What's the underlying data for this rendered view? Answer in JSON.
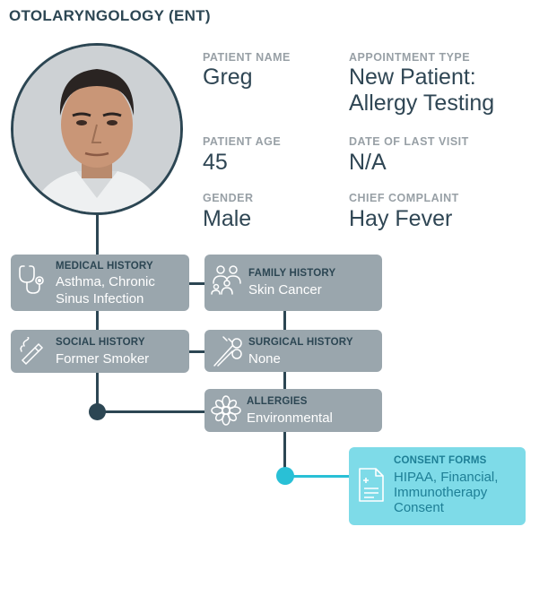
{
  "section_title": "OTOLARYNGOLOGY (ENT)",
  "patient": {
    "name_label": "PATIENT NAME",
    "name": "Greg",
    "age_label": "PATIENT AGE",
    "age": "45",
    "gender_label": "GENDER",
    "gender": "Male",
    "appointment_label": "APPOINTMENT TYPE",
    "appointment_line1": "New Patient:",
    "appointment_line2": "Allergy Testing",
    "last_visit_label": "DATE OF LAST VISIT",
    "last_visit": "N/A",
    "complaint_label": "CHIEF COMPLAINT",
    "complaint": "Hay Fever"
  },
  "cards": {
    "medical": {
      "title": "MEDICAL HISTORY",
      "line1": "Asthma, Chronic",
      "line2": "Sinus Infection",
      "icon": "stethoscope-icon"
    },
    "family": {
      "title": "FAMILY HISTORY",
      "line1": "Skin Cancer",
      "icon": "family-icon"
    },
    "social": {
      "title": "SOCIAL HISTORY",
      "line1": "Former Smoker",
      "icon": "cigarette-icon"
    },
    "surgical": {
      "title": "SURGICAL HISTORY",
      "line1": "None",
      "icon": "surgical-scissors-icon"
    },
    "allergies": {
      "title": "ALLERGIES",
      "line1": "Environmental",
      "icon": "pollen-icon"
    },
    "consent": {
      "title": "CONSENT FORMS",
      "line1": "HIPAA, Financial,",
      "line2": "Immunotherapy",
      "line3": "Consent",
      "icon": "document-icon"
    }
  },
  "colors": {
    "dark": "#2c4653",
    "card": "#9aa6ad",
    "accent": "#29c0d6",
    "consent_card": "#7edbe8"
  }
}
